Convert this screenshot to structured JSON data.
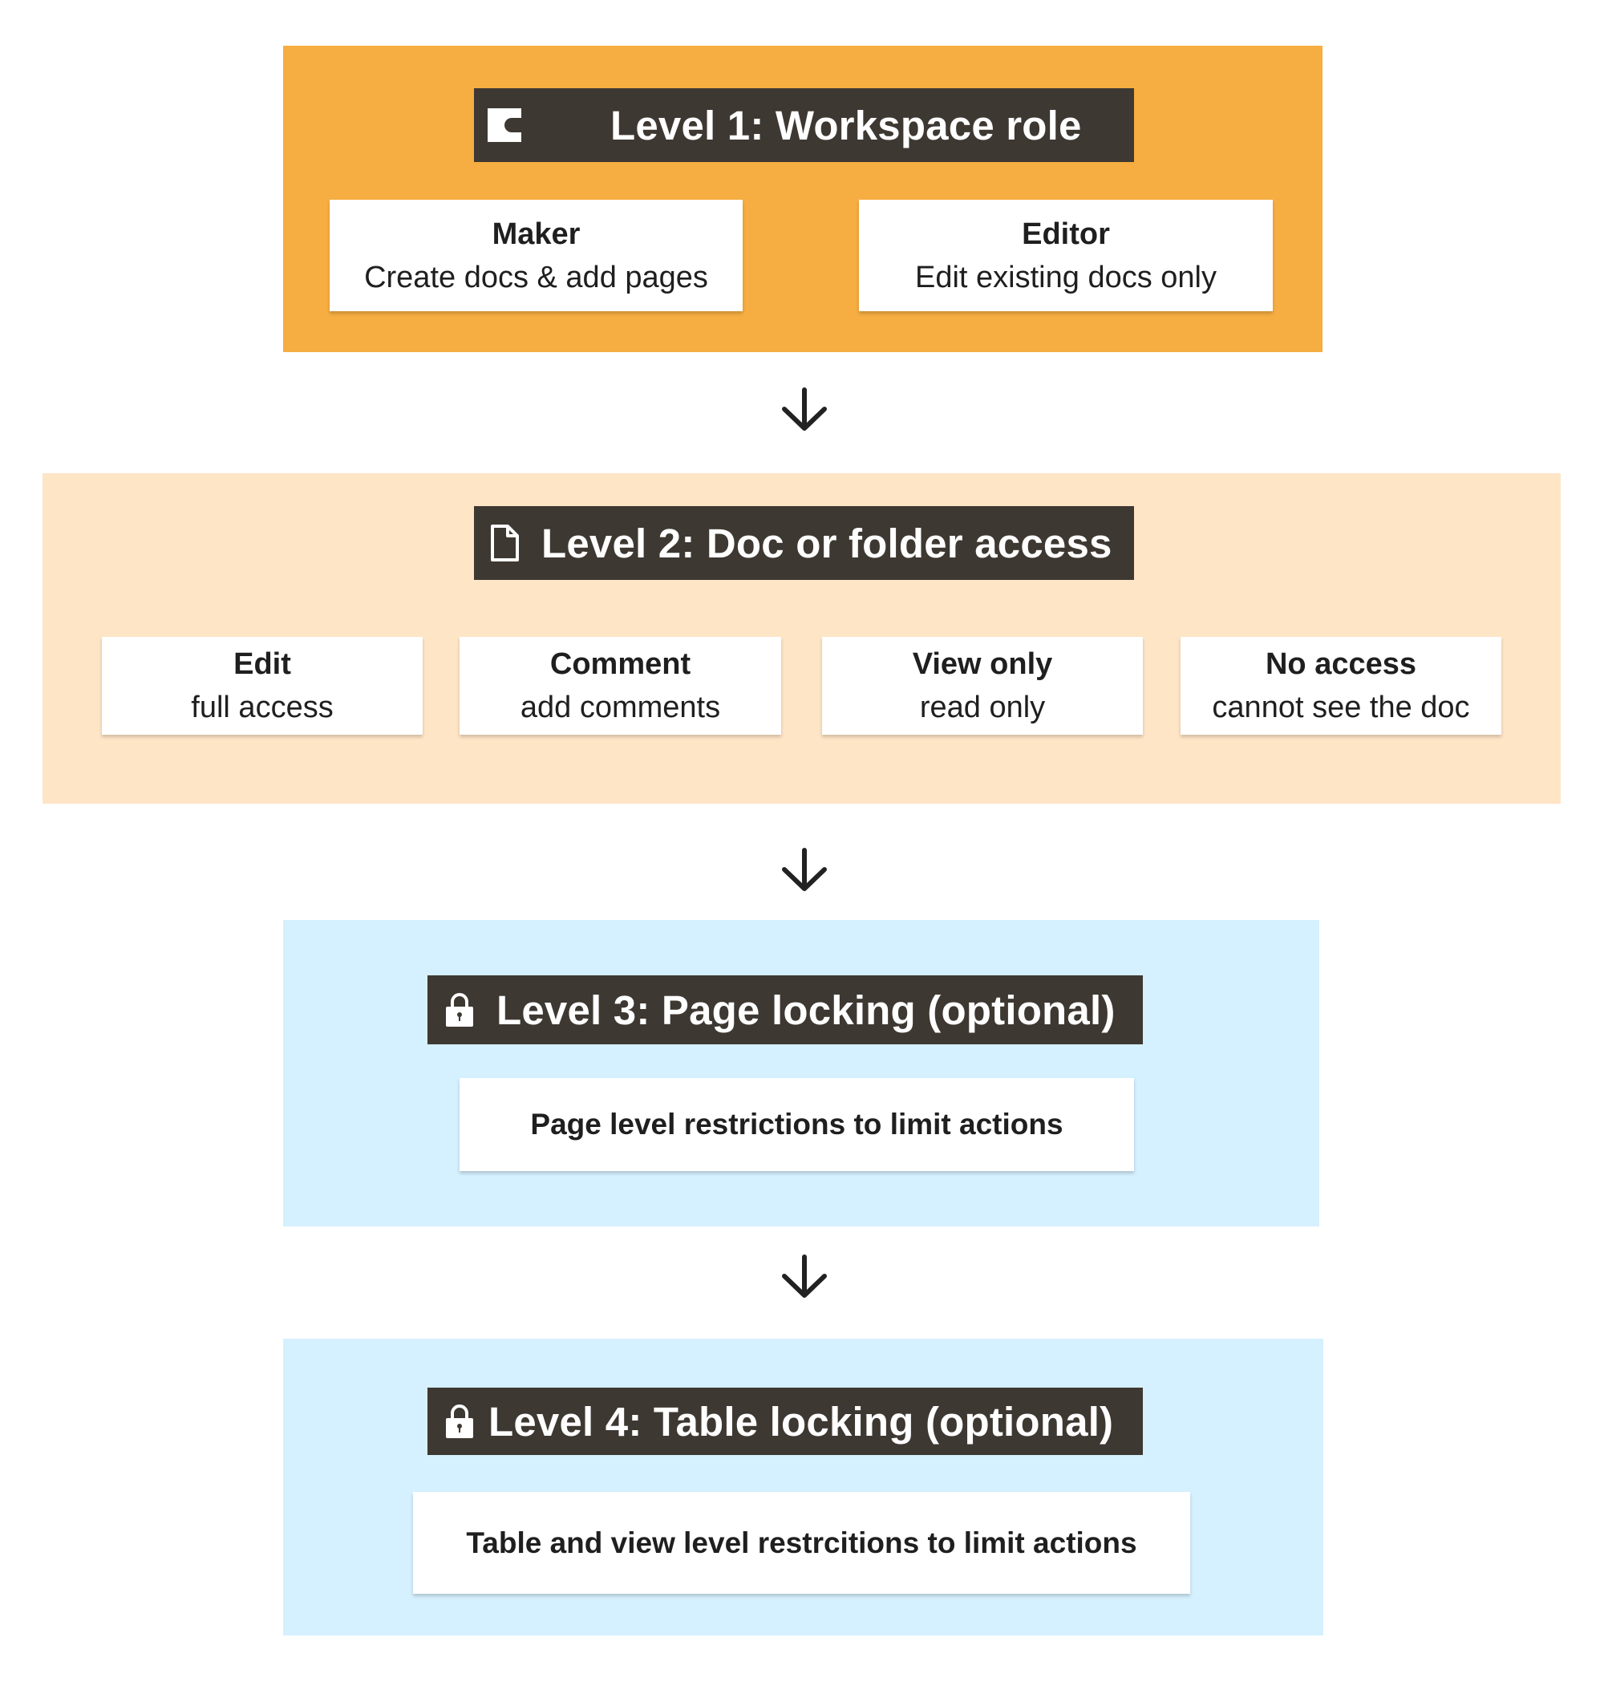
{
  "levels": [
    {
      "title": "Level 1: Workspace role",
      "icon": "coda-logo-icon",
      "color": "#F6AD41",
      "options": [
        {
          "title": "Maker",
          "subtitle": "Create docs & add pages"
        },
        {
          "title": "Editor",
          "subtitle": "Edit existing docs only"
        }
      ]
    },
    {
      "title": "Level 2: Doc or folder access",
      "icon": "document-icon",
      "color": "#FEE5C6",
      "options": [
        {
          "title": "Edit",
          "subtitle": "full access"
        },
        {
          "title": "Comment",
          "subtitle": "add comments"
        },
        {
          "title": "View only",
          "subtitle": "read only"
        },
        {
          "title": "No access",
          "subtitle": "cannot see the doc"
        }
      ]
    },
    {
      "title": "Level 3: Page locking (optional)",
      "icon": "lock-icon",
      "color": "#D5F0FE",
      "description": "Page level restrictions to limit actions"
    },
    {
      "title": "Level 4: Table locking (optional)",
      "icon": "lock-icon",
      "color": "#D5F0FE",
      "description": "Table and view level restrcitions to limit actions"
    }
  ],
  "header_color": "#3E3832",
  "arrow_icon": "arrow-down-icon"
}
